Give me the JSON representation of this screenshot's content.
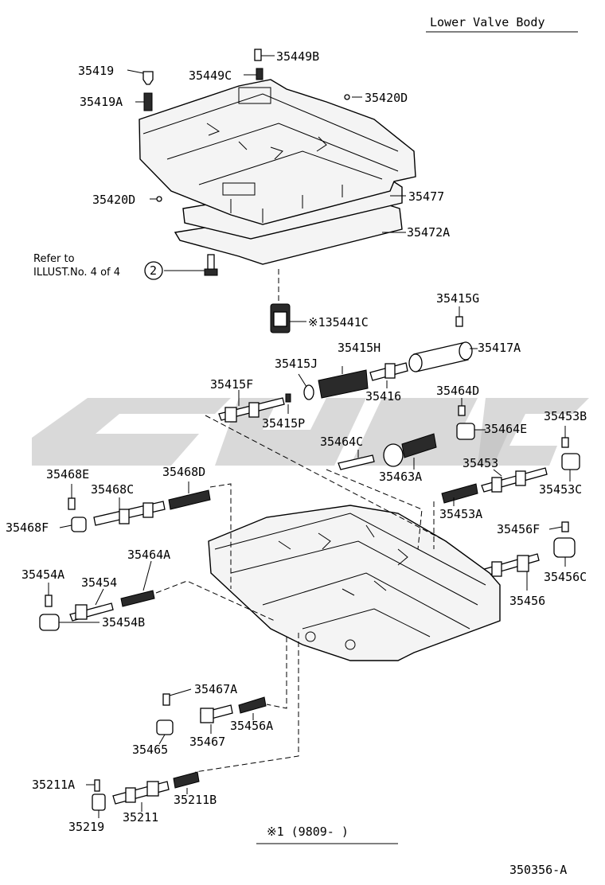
{
  "title": "Lower Valve Body",
  "figure_code": "350356-A",
  "footnote": "※1 (9809-     )",
  "refer_note": {
    "line1": "Refer to",
    "line2": "ILLUST.No. 4 of 4",
    "circle_number": "2"
  },
  "part_labels": {
    "p35419": "35419",
    "p35449B": "35449B",
    "p35449C": "35449C",
    "p35420D_top": "35420D",
    "p35419A": "35419A",
    "p35420D_left": "35420D",
    "p35477": "35477",
    "p35472A": "35472A",
    "p35441C": "※135441C",
    "p35415G": "35415G",
    "p35415H": "35415H",
    "p35417A": "35417A",
    "p35415J": "35415J",
    "p35415F": "35415F",
    "p35416": "35416",
    "p35464D": "35464D",
    "p35415P": "35415P",
    "p35453B": "35453B",
    "p35464E": "35464E",
    "p35464C": "35464C",
    "p35463A": "35463A",
    "p35453": "35453",
    "p35453C": "35453C",
    "p35468E": "35468E",
    "p35468D": "35468D",
    "p35468C": "35468C",
    "p35453A": "35453A",
    "p35468F": "35468F",
    "p35456F": "35456F",
    "p35464A": "35464A",
    "p35456C": "35456C",
    "p35454A": "35454A",
    "p35454": "35454",
    "p35456": "35456",
    "p35454B": "35454B",
    "p35467A": "35467A",
    "p35456A": "35456A",
    "p35467": "35467",
    "p35465": "35465",
    "p35211A": "35211A",
    "p35211B": "35211B",
    "p35211": "35211",
    "p35219": "35219"
  }
}
